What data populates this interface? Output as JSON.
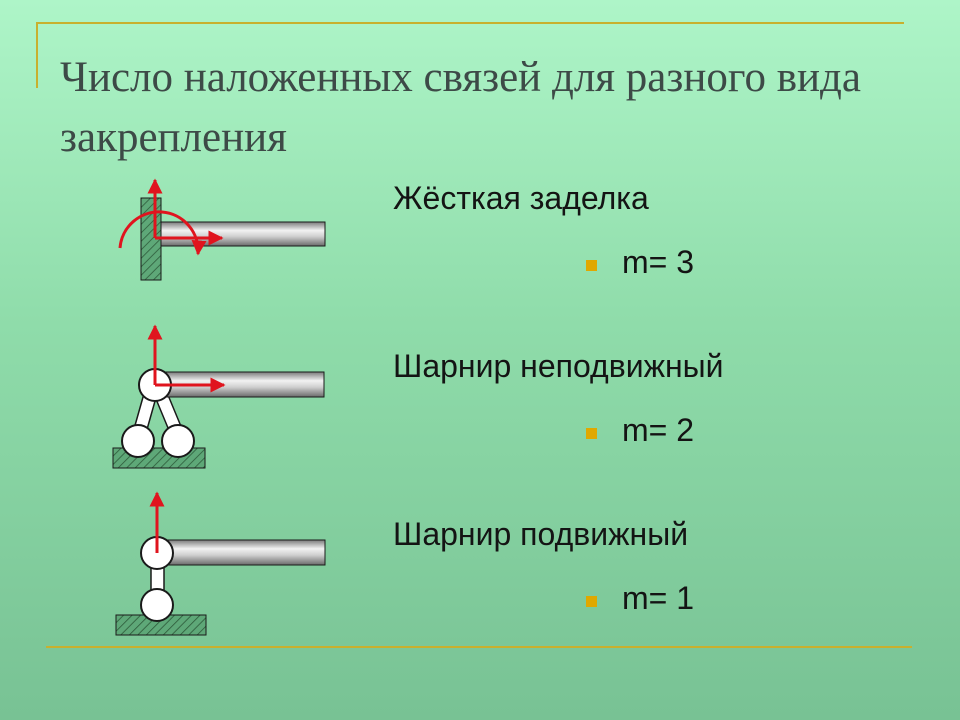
{
  "slide": {
    "title": "Число наложенных связей для разного вида закрепления",
    "items": [
      {
        "heading": "Жёсткая заделка",
        "constraints": "m= 3",
        "support_type": "fixed-support"
      },
      {
        "heading": "Шарнир неподвижный",
        "constraints": "m= 2",
        "support_type": "pinned-support"
      },
      {
        "heading": "Шарнир подвижный",
        "constraints": "m= 1",
        "support_type": "roller-support"
      }
    ]
  },
  "colors": {
    "accent_line": "#c8b02e",
    "bullet": "#e0a800",
    "reaction_arrow": "#e0141e",
    "text": "#141414",
    "title": "#3d4a47"
  }
}
